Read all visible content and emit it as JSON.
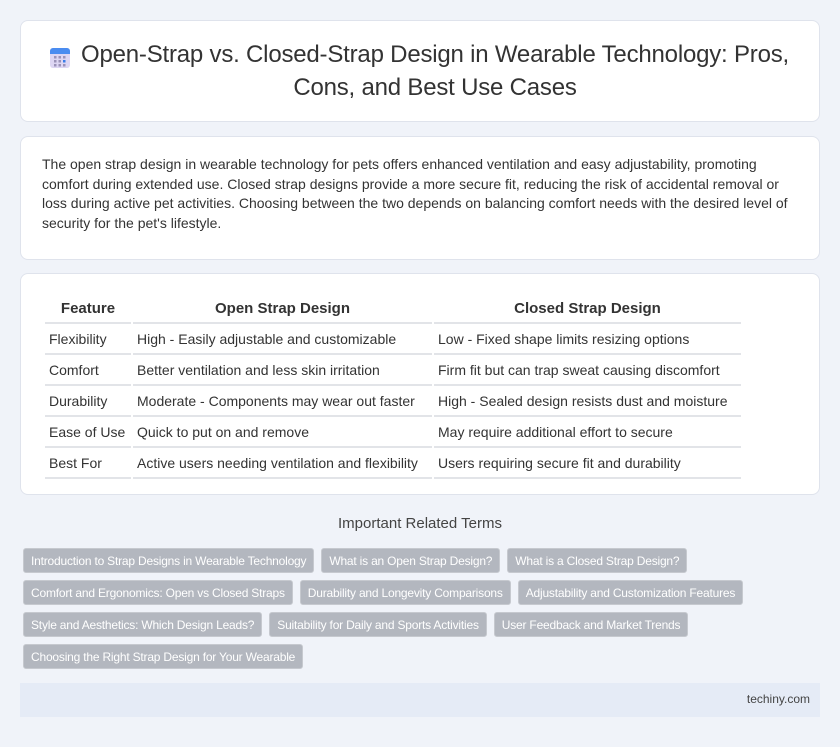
{
  "header": {
    "icon": "calendar-icon",
    "title": "Open-Strap vs. Closed-Strap Design in Wearable Technology: Pros, Cons, and Best Use Cases"
  },
  "summary": {
    "text": "The open strap design in wearable technology for pets offers enhanced ventilation and easy adjustability, promoting comfort during extended use. Closed strap designs provide a more secure fit, reducing the risk of accidental removal or loss during active pet activities. Choosing between the two depends on balancing comfort needs with the desired level of security for the pet's lifestyle."
  },
  "table": {
    "headers": [
      "Feature",
      "Open Strap Design",
      "Closed Strap Design"
    ],
    "rows": [
      [
        "Flexibility",
        "High - Easily adjustable and customizable",
        "Low - Fixed shape limits resizing options"
      ],
      [
        "Comfort",
        "Better ventilation and less skin irritation",
        "Firm fit but can trap sweat causing discomfort"
      ],
      [
        "Durability",
        "Moderate - Components may wear out faster",
        "High - Sealed design resists dust and moisture"
      ],
      [
        "Ease of Use",
        "Quick to put on and remove",
        "May require additional effort to secure"
      ],
      [
        "Best For",
        "Active users needing ventilation and flexibility",
        "Users requiring secure fit and durability"
      ]
    ]
  },
  "related": {
    "title": "Important Related Terms",
    "tags": [
      "Introduction to Strap Designs in Wearable Technology",
      "What is an Open Strap Design?",
      "What is a Closed Strap Design?",
      "Comfort and Ergonomics: Open vs Closed Straps",
      "Durability and Longevity Comparisons",
      "Adjustability and Customization Features",
      "Style and Aesthetics: Which Design Leads?",
      "Suitability for Daily and Sports Activities",
      "User Feedback and Market Trends",
      "Choosing the Right Strap Design for Your Wearable"
    ]
  },
  "footer": {
    "site": "techiny.com"
  },
  "colors": {
    "background": "#f0f3f9",
    "card": "#ffffff",
    "tag": "#b3b7bf",
    "footer": "#e5ebf6",
    "icon_top": "#4a8cf0",
    "icon_body": "#ddd6f3"
  }
}
